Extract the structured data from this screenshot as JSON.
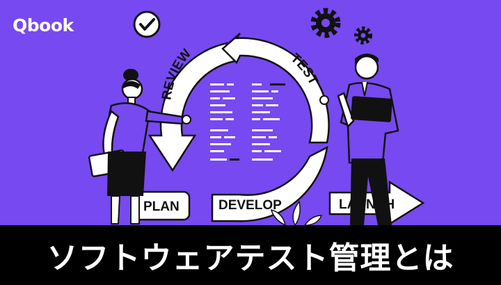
{
  "brand": {
    "logo_text": "Qbook"
  },
  "cycle": {
    "review_label": "REVIEW",
    "test_label": "TEST",
    "plan_label": "PLAN",
    "develop_label": "DEVELOP",
    "launch_label": "LAUNCH"
  },
  "headline": "ソフトウェアテスト管理とは",
  "colors": {
    "background": "#7749f0",
    "bar": "#000000",
    "text_light": "#ffffff",
    "arrow_fill": "#ffffff",
    "outline": "#111111"
  },
  "icons": [
    "checkmark-icon",
    "gear-icon",
    "small-gear-icon"
  ]
}
